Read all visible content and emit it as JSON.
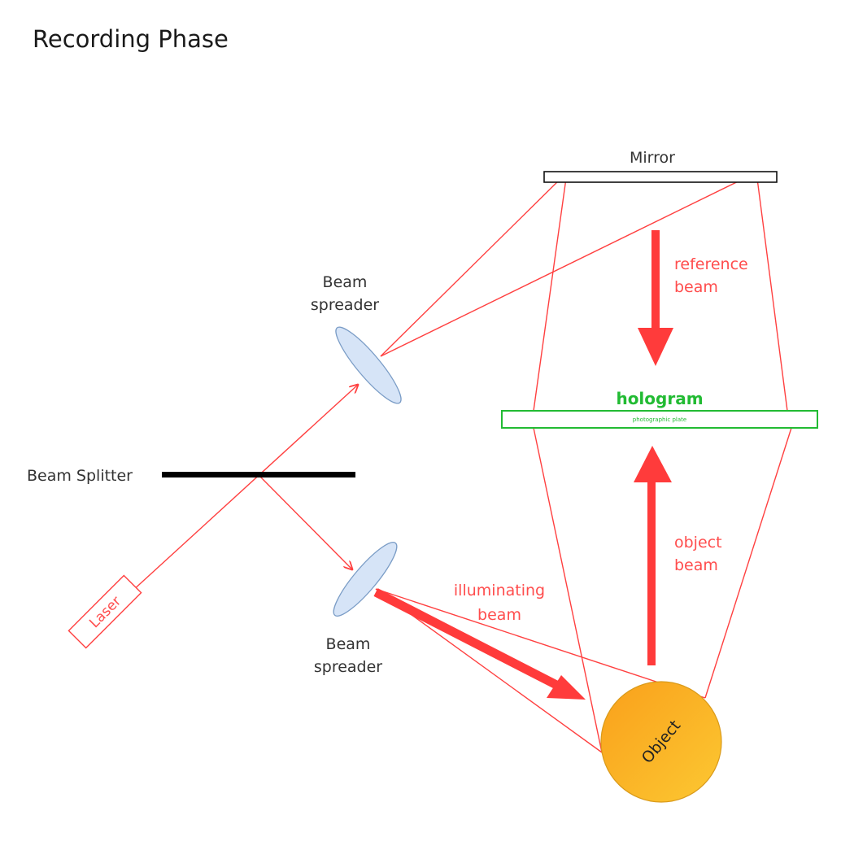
{
  "title": "Recording Phase",
  "colors": {
    "beam": "#ff3b3b",
    "hologram": "#22bb33",
    "lens_fill": "#d6e4f7",
    "lens_stroke": "#7a9cc6",
    "object_fill_start": "#f9a21c",
    "object_fill_end": "#fbc52e",
    "text": "#333333"
  },
  "components": {
    "mirror": {
      "label": "Mirror"
    },
    "beam_spreader_top": {
      "label_line1": "Beam",
      "label_line2": "spreader"
    },
    "beam_spreader_bottom": {
      "label_line1": "Beam",
      "label_line2": "spreader"
    },
    "beam_splitter": {
      "label": "Beam Splitter"
    },
    "laser": {
      "label": "Laser"
    },
    "object": {
      "label": "Object"
    },
    "plate": {
      "title": "hologram",
      "label": "photographic plate"
    }
  },
  "beams": {
    "reference": {
      "line1": "reference",
      "line2": "beam"
    },
    "object": {
      "line1": "object",
      "line2": "beam"
    },
    "illuminating": {
      "line1": "illuminating",
      "line2": "beam"
    }
  }
}
